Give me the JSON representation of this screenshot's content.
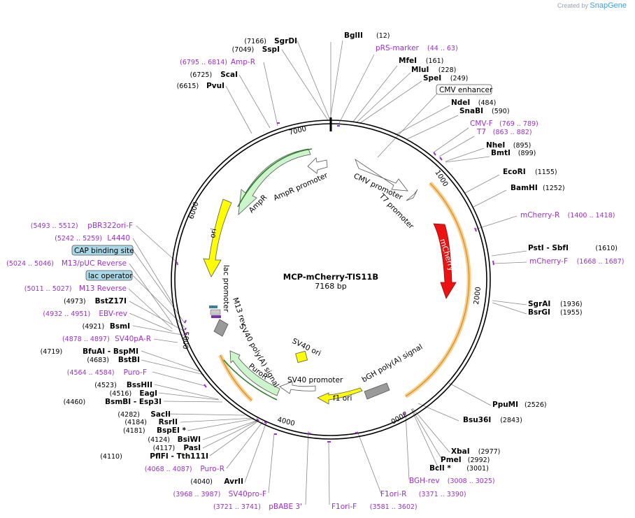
{
  "header": {
    "created_by": "Created by",
    "brand": "SnapGene"
  },
  "plasmid": {
    "name": "MCP-mCherry-TIS11B",
    "length": "7168 bp"
  },
  "ticks": [
    "1000",
    "2000",
    "3000",
    "4000",
    "5000",
    "6000",
    "7000"
  ],
  "features": [
    {
      "name": "CMV promoter",
      "label": "CMV promoter"
    },
    {
      "name": "T7 promoter",
      "label": "T7 promoter"
    },
    {
      "name": "mCherry",
      "label": "mCherry"
    },
    {
      "name": "bGH polyA",
      "label": "bGH poly(A) signal"
    },
    {
      "name": "f1 ori",
      "label": "f1 ori"
    },
    {
      "name": "SV40 promoter",
      "label": "SV40 promoter"
    },
    {
      "name": "PuroR",
      "label": "PuroR"
    },
    {
      "name": "SV40 polyA",
      "label": "SV40 poly(A) signal"
    },
    {
      "name": "SV40 ori",
      "label": "SV40 ori"
    },
    {
      "name": "M13 rev",
      "label": "M13 rev"
    },
    {
      "name": "lac promoter",
      "label": "lac promoter"
    },
    {
      "name": "ori",
      "label": "ori"
    },
    {
      "name": "AmpR",
      "label": "AmpR"
    },
    {
      "name": "AmpR promoter",
      "label": "AmpR promoter"
    }
  ],
  "boxed_labels": {
    "cmv_enhancer": "CMV enhancer",
    "cap_binding_site": "CAP binding site",
    "lac_operator": "lac operator"
  },
  "sites": [
    {
      "pos": "(12)",
      "name": "BglII",
      "kind": "enzyme"
    },
    {
      "pos": "(44 .. 63)",
      "name": "pRS-marker",
      "kind": "primer"
    },
    {
      "pos": "(161)",
      "name": "MfeI",
      "kind": "enzyme"
    },
    {
      "pos": "(228)",
      "name": "MluI",
      "kind": "enzyme"
    },
    {
      "pos": "(249)",
      "name": "SpeI",
      "kind": "enzyme"
    },
    {
      "pos": "(484)",
      "name": "NdeI",
      "kind": "enzyme"
    },
    {
      "pos": "(590)",
      "name": "SnaBI",
      "kind": "enzyme"
    },
    {
      "pos": "(769 .. 789)",
      "name": "CMV-F",
      "kind": "primer"
    },
    {
      "pos": "(863 .. 882)",
      "name": "T7",
      "kind": "primer"
    },
    {
      "pos": "(895)",
      "name": "NheI",
      "kind": "enzyme"
    },
    {
      "pos": "(899)",
      "name": "BmtI",
      "kind": "enzyme"
    },
    {
      "pos": "(1155)",
      "name": "EcoRI",
      "kind": "enzyme"
    },
    {
      "pos": "(1252)",
      "name": "BamHI",
      "kind": "enzyme"
    },
    {
      "pos": "(1400 .. 1418)",
      "name": "mCherry-R",
      "kind": "primer"
    },
    {
      "pos": "(1610)",
      "name": "PstI",
      "name2": "SbfI",
      "kind": "enzyme"
    },
    {
      "pos": "(1668 .. 1687)",
      "name": "mCherry-F",
      "kind": "primer"
    },
    {
      "pos": "(1936)",
      "name": "SgrAI",
      "kind": "enzyme"
    },
    {
      "pos": "(1955)",
      "name": "BsrGI",
      "kind": "enzyme"
    },
    {
      "pos": "(2526)",
      "name": "PpuMI",
      "kind": "enzyme"
    },
    {
      "pos": "(2843)",
      "name": "Bsu36I",
      "kind": "enzyme"
    },
    {
      "pos": "(2977)",
      "name": "XbaI",
      "kind": "enzyme"
    },
    {
      "pos": "(2992)",
      "name": "PmeI",
      "kind": "enzyme"
    },
    {
      "pos": "(3001)",
      "name": "BclI",
      "star": "*",
      "kind": "enzyme"
    },
    {
      "pos": "(3008 .. 3025)",
      "name": "BGH-rev",
      "kind": "primer"
    },
    {
      "pos": "(3371 .. 3390)",
      "name": "F1ori-R",
      "kind": "primer"
    },
    {
      "pos": "(3581 .. 3602)",
      "name": "F1ori-F",
      "kind": "primer"
    },
    {
      "pos": "(3721 .. 3741)",
      "name": "pBABE 3'",
      "kind": "primer"
    },
    {
      "pos": "(3968 .. 3987)",
      "name": "SV40pro-F",
      "kind": "primer"
    },
    {
      "pos": "(4040)",
      "name": "AvrII",
      "kind": "enzyme"
    },
    {
      "pos": "(4068 .. 4087)",
      "name": "Puro-R",
      "kind": "primer"
    },
    {
      "pos": "(4110)",
      "name": "PflFI",
      "name2": "Tth111I",
      "kind": "enzyme"
    },
    {
      "pos": "(4117)",
      "name": "PasI",
      "kind": "enzyme"
    },
    {
      "pos": "(4124)",
      "name": "BsiWI",
      "kind": "enzyme"
    },
    {
      "pos": "(4181)",
      "name": "BspEI",
      "star": "*",
      "kind": "enzyme"
    },
    {
      "pos": "(4184)",
      "name": "RsrII",
      "kind": "enzyme"
    },
    {
      "pos": "(4282)",
      "name": "SacII",
      "kind": "enzyme"
    },
    {
      "pos": "(4460)",
      "name": "BsmBI",
      "name2": "Esp3I",
      "kind": "enzyme"
    },
    {
      "pos": "(4516)",
      "name": "EagI",
      "kind": "enzyme"
    },
    {
      "pos": "(4523)",
      "name": "BssHII",
      "kind": "enzyme"
    },
    {
      "pos": "(4564 .. 4584)",
      "name": "Puro-F",
      "kind": "primer"
    },
    {
      "pos": "(4683)",
      "name": "BstBI",
      "kind": "enzyme"
    },
    {
      "pos": "(4719)",
      "name": "BfuAI",
      "name2": "BspMI",
      "kind": "enzyme"
    },
    {
      "pos": "(4878 .. 4897)",
      "name": "SV40pA-R",
      "kind": "primer"
    },
    {
      "pos": "(4921)",
      "name": "BsmI",
      "kind": "enzyme"
    },
    {
      "pos": "(4932 .. 4951)",
      "name": "EBV-rev",
      "kind": "primer"
    },
    {
      "pos": "(4973)",
      "name": "BstZ17I",
      "kind": "enzyme"
    },
    {
      "pos": "(5011 .. 5027)",
      "name": "M13 Reverse",
      "kind": "primer"
    },
    {
      "pos": "(5024 .. 5046)",
      "name": "M13/pUC Reverse",
      "kind": "primer"
    },
    {
      "pos": "(5242 .. 5259)",
      "name": "L4440",
      "kind": "primer"
    },
    {
      "pos": "(5493 .. 5512)",
      "name": "pBR322ori-F",
      "kind": "primer"
    },
    {
      "pos": "(6615)",
      "name": "PvuI",
      "kind": "enzyme"
    },
    {
      "pos": "(6725)",
      "name": "ScaI",
      "kind": "enzyme"
    },
    {
      "pos": "(6795 .. 6814)",
      "name": "Amp-R",
      "kind": "primer"
    },
    {
      "pos": "(7049)",
      "name": "SspI",
      "kind": "enzyme"
    },
    {
      "pos": "(7166)",
      "name": "SgrDI",
      "kind": "enzyme"
    }
  ],
  "colors": {
    "enzyme": "#000000",
    "primer": "#9b30c8",
    "mcherry": "#ee1111",
    "ori_yellow": "#ffff00",
    "ampr_green": "#ccf5cc",
    "orange_arc": "#e8a23a",
    "backbone": "#000000"
  }
}
